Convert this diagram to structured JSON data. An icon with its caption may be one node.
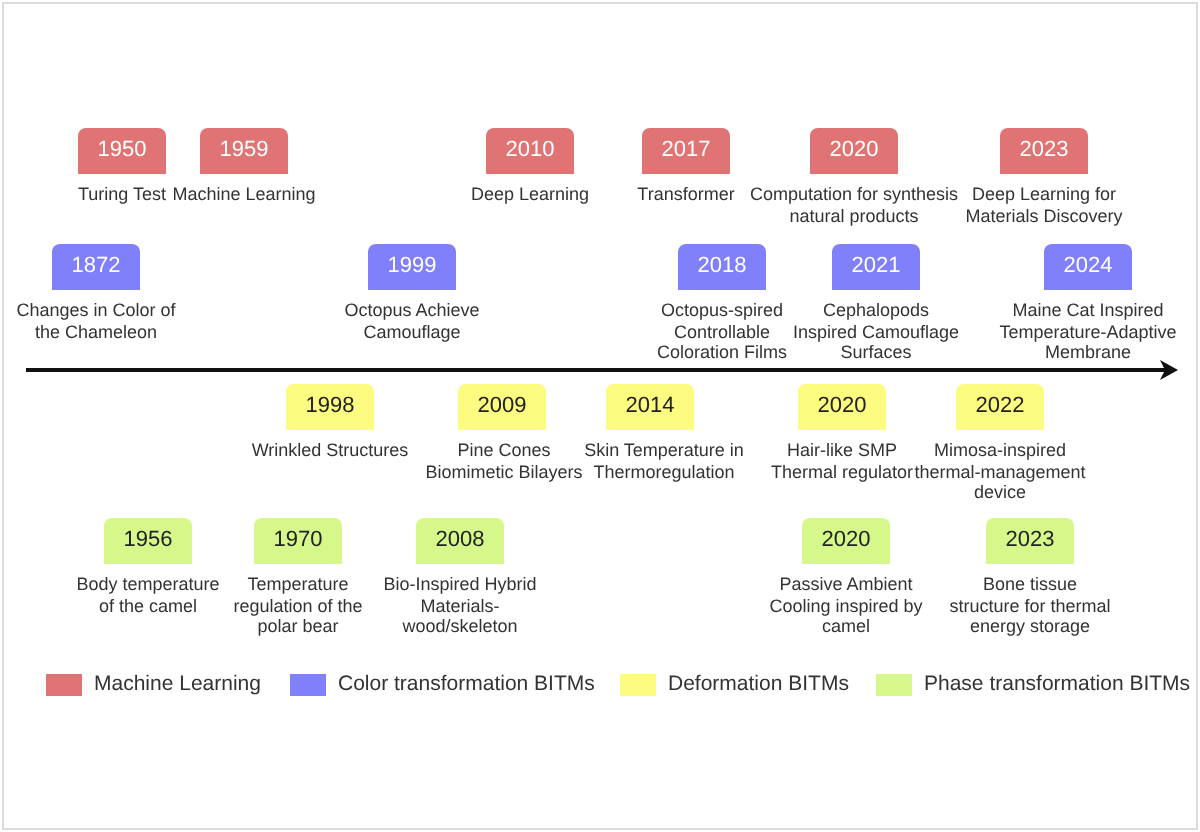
{
  "diagram": {
    "nodes": [
      {
        "text": [
          "1950"
        ],
        "beside": [
          "Turing Test"
        ]
      },
      {
        "text": [
          "1959"
        ],
        "beside": [
          "Machine Learning"
        ]
      },
      {
        "text": [
          "2010"
        ],
        "beside": [
          "Deep Learning"
        ]
      },
      {
        "text": [
          "2017"
        ],
        "beside": [
          "Transformer"
        ]
      },
      {
        "text": [
          "2020"
        ],
        "beside": [
          "Computation for synthesis natural products"
        ]
      },
      {
        "text": [
          "2023"
        ],
        "beside": [
          "Deep Learning for Materials Discovery"
        ]
      },
      {
        "text": [
          "1872"
        ],
        "beside": [
          "Changes in Color of the Chameleon"
        ]
      },
      {
        "text": [
          "1999"
        ],
        "beside": [
          "Octopus Achieve Camouflage"
        ]
      },
      {
        "text": [
          "2018"
        ],
        "beside": [
          "Octopus-spired Controllable Coloration Films"
        ]
      },
      {
        "text": [
          "2021"
        ],
        "beside": [
          "Cephalopods Inspired Camouflage Surfaces"
        ]
      },
      {
        "text": [
          "2024"
        ],
        "beside": [
          "Maine Cat Inspired Temperature-Adaptive Membrane"
        ]
      },
      {
        "text": [
          "1998"
        ],
        "beside": [
          "Wrinkled Structures"
        ]
      },
      {
        "text": [
          "2009"
        ],
        "beside": [
          "Pine Cones Biomimetic Bilayers"
        ]
      },
      {
        "text": [
          "2014"
        ],
        "beside": [
          "Skin Temperature in Thermoregulation"
        ]
      },
      {
        "text": [
          "2020"
        ],
        "beside": [
          "Hair-like SMP Thermal regulator"
        ]
      },
      {
        "text": [
          "2022"
        ],
        "beside": [
          "Mimosa-inspired thermal-management device"
        ]
      },
      {
        "text": [
          "1956"
        ],
        "beside": [
          "Body temperature of the camel"
        ]
      },
      {
        "text": [
          "1970"
        ],
        "beside": [
          "Temperature regulation of the polar bear"
        ]
      },
      {
        "text": [
          "2008"
        ],
        "beside": [
          "Bio-Inspired Hybrid Materials-wood/skeleton"
        ]
      },
      {
        "text": [
          "2020"
        ],
        "beside": [
          "Passive Ambient Cooling inspired by camel"
        ]
      },
      {
        "text": [
          "2023"
        ],
        "beside": [
          "Bone tissue structure for thermal energy storage"
        ]
      }
    ],
    "legend": [
      {
        "text": "Machine Learning",
        "color": "#e07373"
      },
      {
        "text": "Color transformation BITMs",
        "color": "#8080fa"
      },
      {
        "text": "Deformation BITMs",
        "color": "#fcfc80"
      },
      {
        "text": "Phase transformation BITMs",
        "color": "#d6f88a"
      }
    ]
  }
}
